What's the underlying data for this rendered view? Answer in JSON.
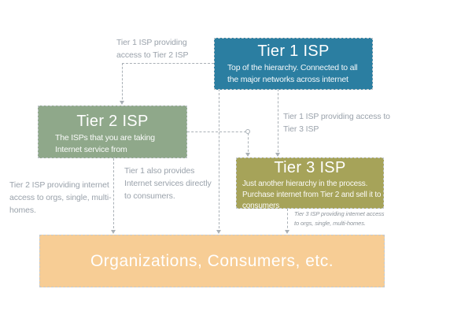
{
  "diagram": {
    "boxes": {
      "tier1": {
        "title": "Tier 1 ISP",
        "description": "Top of the hierarchy. Connected to all the major networks across internet",
        "color": "#2b7ea1"
      },
      "tier2": {
        "title": "Tier 2 ISP",
        "description": "The ISPs that you are taking Internet service from",
        "color": "#8fa88a"
      },
      "tier3": {
        "title": "Tier 3 ISP",
        "description": "Just another hierarchy in the process. Purchase internet from Tier 2 and sell it to consumers",
        "color": "#a6a359"
      },
      "consumers": {
        "title": "Organizations, Consumers, etc.",
        "color": "#f7cd95"
      }
    },
    "annotations": {
      "tier1_to_tier2": "Tier 1 ISP providing access to Tier 2 ISP",
      "tier1_to_tier3": "Tier 1 ISP providing access to Tier 3 ISP",
      "tier1_direct": "Tier 1 also provides Internet services directly to consumers.",
      "tier2_to_consumers": "Tier 2 ISP providing internet access to orgs, single, multi-homes.",
      "tier3_to_consumers": "Tier 3 ISP providing internet access to orgs, single, multi-homes."
    },
    "colors": {
      "connector": "#a9b0b6",
      "annotation_text": "#9aa2ab",
      "background": "#ffffff"
    }
  }
}
